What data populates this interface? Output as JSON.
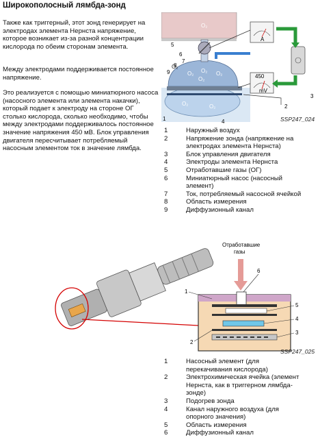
{
  "title": "Широкополосный лямбда-зонд",
  "paragraphs": [
    "Также как триггерный, этот зонд генерирует на электродах элемента Нернста напряжение, которое возникает из-за разной концентрации кислорода по обеим сторонам элемента.",
    "Между электродами поддерживается постоянное напряжение.",
    "Это реализуется с помощью миниатюрного насоса (насосного элемента или элемента накачки), который подает к электроду на стороне ОГ столько кислорода, сколько необходимо, чтобы между электродами поддерживалось постоянное значение напряжения 450 мВ. Блок управления двигателя пересчитывает потребляемый насосным элементом ток в значение лямбда."
  ],
  "figure1": {
    "caption": "SSP247_024",
    "labels": [
      "1",
      "2",
      "3",
      "4",
      "5",
      "6",
      "7",
      "8",
      "9"
    ],
    "o2": "O₂",
    "gauge_units": [
      "A",
      "mV"
    ],
    "gauge_value": "450",
    "legend": [
      {
        "num": "1",
        "text": "Наружный воздух"
      },
      {
        "num": "2",
        "text": "Напряжение зонда (напряжение на электродах элемента Нернста)"
      },
      {
        "num": "3",
        "text": "Блок управления двигателя"
      },
      {
        "num": "4",
        "text": "Электроды элемента Нернста"
      },
      {
        "num": "5",
        "text": "Отработавшие газы (ОГ)"
      },
      {
        "num": "6",
        "text": "Миниатюрный насос (насосный элемент)"
      },
      {
        "num": "7",
        "text": "Ток, потребляемый насосной ячейкой"
      },
      {
        "num": "8",
        "text": "Область измерения"
      },
      {
        "num": "9",
        "text": "Диффузионный канал"
      }
    ]
  },
  "figure2": {
    "caption": "SSP247_025",
    "exhaust_label": "Отработавшие\nгазы",
    "labels": [
      "1",
      "2",
      "3",
      "4",
      "5",
      "6"
    ],
    "legend": [
      {
        "num": "1",
        "text": "Насосный элемент (для перекачивания кислорода)"
      },
      {
        "num": "2",
        "text": "Электрохимическая ячейка (элемент Нернста, как в триггерном лямбда-зонде)"
      },
      {
        "num": "3",
        "text": "Подогрев зонда"
      },
      {
        "num": "4",
        "text": "Канал наружного воздуха (для опорного значения)"
      },
      {
        "num": "5",
        "text": "Область измерения"
      },
      {
        "num": "6",
        "text": "Диффузионный канал"
      }
    ]
  }
}
